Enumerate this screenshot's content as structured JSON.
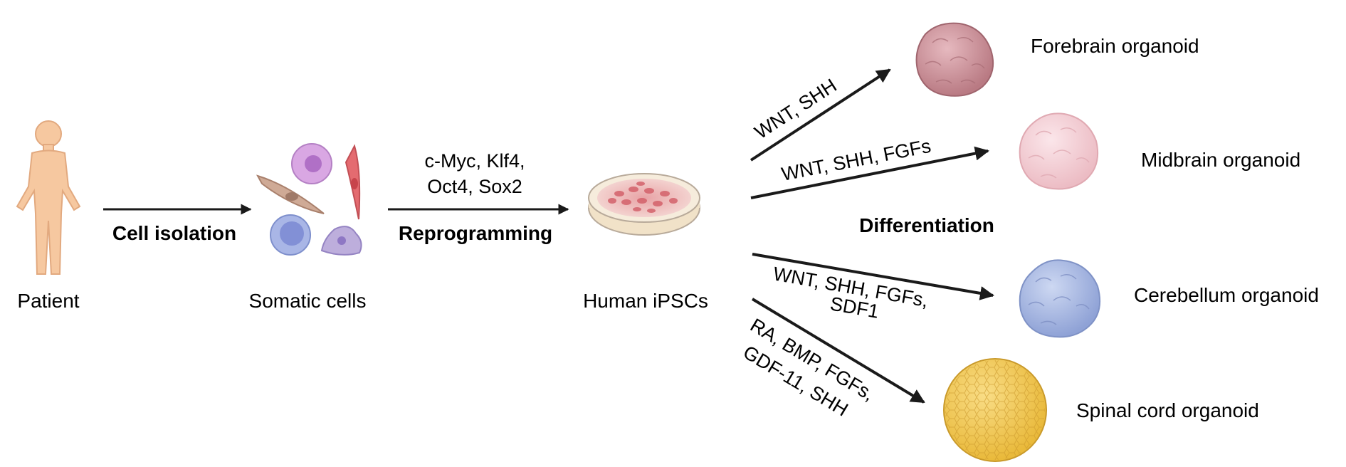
{
  "stages": {
    "patient": "Patient",
    "somatic": "Somatic cells",
    "ipsc": "Human iPSCs"
  },
  "steps": {
    "isolation": "Cell isolation",
    "reprogramming": "Reprogramming",
    "factors_line1": "c-Myc, Klf4,",
    "factors_line2": "Oct4, Sox2",
    "differentiation": "Differentiation"
  },
  "organoids": {
    "forebrain": {
      "name": "Forebrain organoid",
      "factors": [
        "WNT, SHH"
      ]
    },
    "midbrain": {
      "name": "Midbrain organoid",
      "factors": [
        "WNT, SHH, FGFs"
      ]
    },
    "cerebellum": {
      "name": "Cerebellum organoid",
      "factors": [
        "WNT, SHH, FGFs,",
        "SDF1"
      ]
    },
    "spinal": {
      "name": "Spinal cord organoid",
      "factors": [
        "RA, BMP, FGFs,",
        "GDF-11, SHH"
      ]
    }
  },
  "colors": {
    "skin": "#f7c9a1",
    "forebrain": "#c98d95",
    "midbrain": "#f3cdd3",
    "cerebellum": "#a8b8e0",
    "spinal": "#f3cc5c",
    "arrow": "#1a1a1a"
  }
}
